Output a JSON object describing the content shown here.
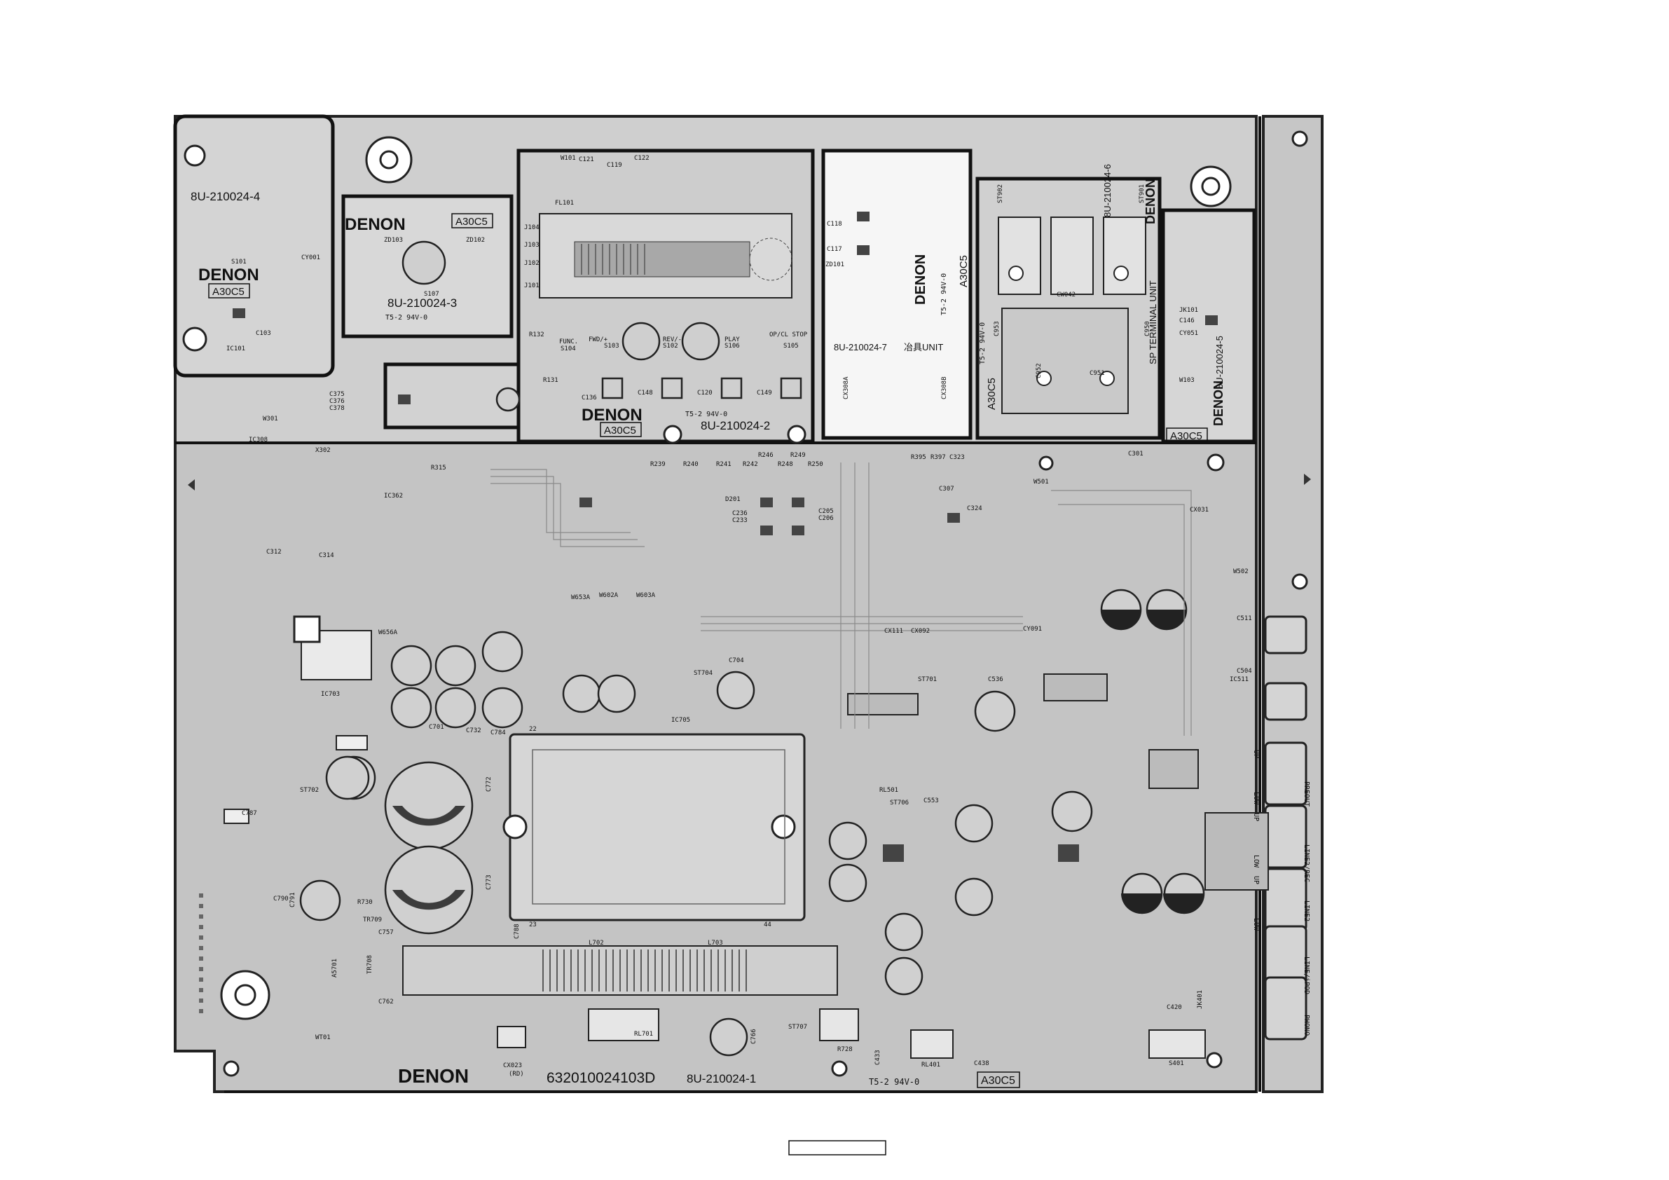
{
  "brand": "DENON",
  "model_code": "A30C5",
  "ul_mark": "T5-2 94V-0",
  "boards": {
    "b4": "8U-210024-4",
    "b3": "8U-210024-3",
    "b2": "8U-210024-2",
    "b7": "8U-210024-7",
    "b7_unit": "冶具UNIT",
    "b6": "8U-210024-6",
    "b5": "8U-210024-5",
    "b5_unit": "SP TERMINAL UNIT",
    "b1": "8U-210024-1",
    "part_number": "632010024103D"
  },
  "labels": {
    "c103": "C103",
    "ic101": "IC101",
    "s101": "S101",
    "cy001": "CY001",
    "s107": "S107",
    "zd103": "ZD103",
    "zd102": "ZD102",
    "j104": "J104",
    "j103": "J103",
    "j102": "J102",
    "j101": "J101",
    "fl101": "FL101",
    "w101": "W101",
    "c121": "C121",
    "c119": "C119",
    "c122": "C122",
    "c118": "C118",
    "c117": "C117",
    "zd101": "ZD101",
    "r132": "R132",
    "r131": "R131",
    "btn_func": "FUNC.",
    "btn_fwd": "FWD/+",
    "btn_rev": "REV/-",
    "btn_play": "PLAY",
    "btn_op": "OP/CL STOP",
    "s104": "S104",
    "s103": "S103",
    "s102": "S102",
    "s106": "S106",
    "s105": "S105",
    "c136": "C136",
    "c148": "C148",
    "c120": "C120",
    "c149": "C149",
    "cw042": "CW042",
    "c952": "C952",
    "c951": "C951",
    "c953": "C953",
    "c950": "C950",
    "st902": "ST902",
    "st901": "ST901",
    "c146": "C146",
    "cy051": "CY051",
    "jk101": "JK101",
    "w103": "W103",
    "cx308a": "CX308A",
    "cx308b": "CX308B",
    "w301": "W301",
    "c375": "C375",
    "c376": "C376",
    "c378": "C378",
    "ic308": "IC308",
    "x302": "X302",
    "r315": "R315",
    "c312": "C312",
    "c314": "C314",
    "ic362": "IC362",
    "r239": "R239",
    "r240": "R240",
    "r241": "R241",
    "r242": "R242",
    "r246": "R246",
    "r248": "R248",
    "r249": "R249",
    "r250": "R250",
    "c236": "C236",
    "c233": "C233",
    "c205": "C205",
    "c206": "C206",
    "d201": "D201",
    "r395": "R395",
    "r397": "R397",
    "c323": "C323",
    "c307": "C307",
    "c324": "C324",
    "w501": "W501",
    "c301": "C301",
    "cx031": "CX031",
    "w502": "W502",
    "c511": "C511",
    "c504": "C504",
    "ic511": "IC511",
    "w656a": "W656A",
    "w653a": "W653A",
    "w602a": "W602A",
    "w603a": "W603A",
    "c701": "C701",
    "c732": "C732",
    "c784": "C784",
    "c772": "C772",
    "c773": "C773",
    "ic703": "IC703",
    "ic705": "IC705",
    "st704": "ST704",
    "c704": "C704",
    "cy091": "CY091",
    "cx111": "CX111",
    "cx092": "CX092",
    "ic511b": "IC511",
    "st701": "ST701",
    "c536": "C536",
    "rl501": "RL501",
    "st706": "ST706",
    "c553": "C553",
    "preout": "PREOUT",
    "line2rec": "LINE2/REC",
    "line2": "LINE2",
    "lineipod": "LINE/iPOD",
    "phono": "PHONO",
    "up": "UP",
    "low": "LOW",
    "c790": "C790",
    "c791": "C791",
    "st702": "ST702",
    "c787": "C787",
    "r730": "R730",
    "tr709": "TR709",
    "c757": "C757",
    "tr708": "TR708",
    "c762": "C762",
    "a5701": "A5701",
    "wt01": "WT01",
    "l702": "L702",
    "l703": "L703",
    "c784b": "C784",
    "c788": "C788",
    "rl701": "RL701",
    "c766": "C766",
    "st707": "ST707",
    "r728": "R728",
    "cx023": "CX023",
    "cx023_sub": "(RD)",
    "rl401": "RL401",
    "c438": "C438",
    "c433": "C433",
    "s401": "S401",
    "jk401": "JK401",
    "c420": "C420",
    "num22": "22",
    "num23": "23",
    "num44": "44"
  }
}
